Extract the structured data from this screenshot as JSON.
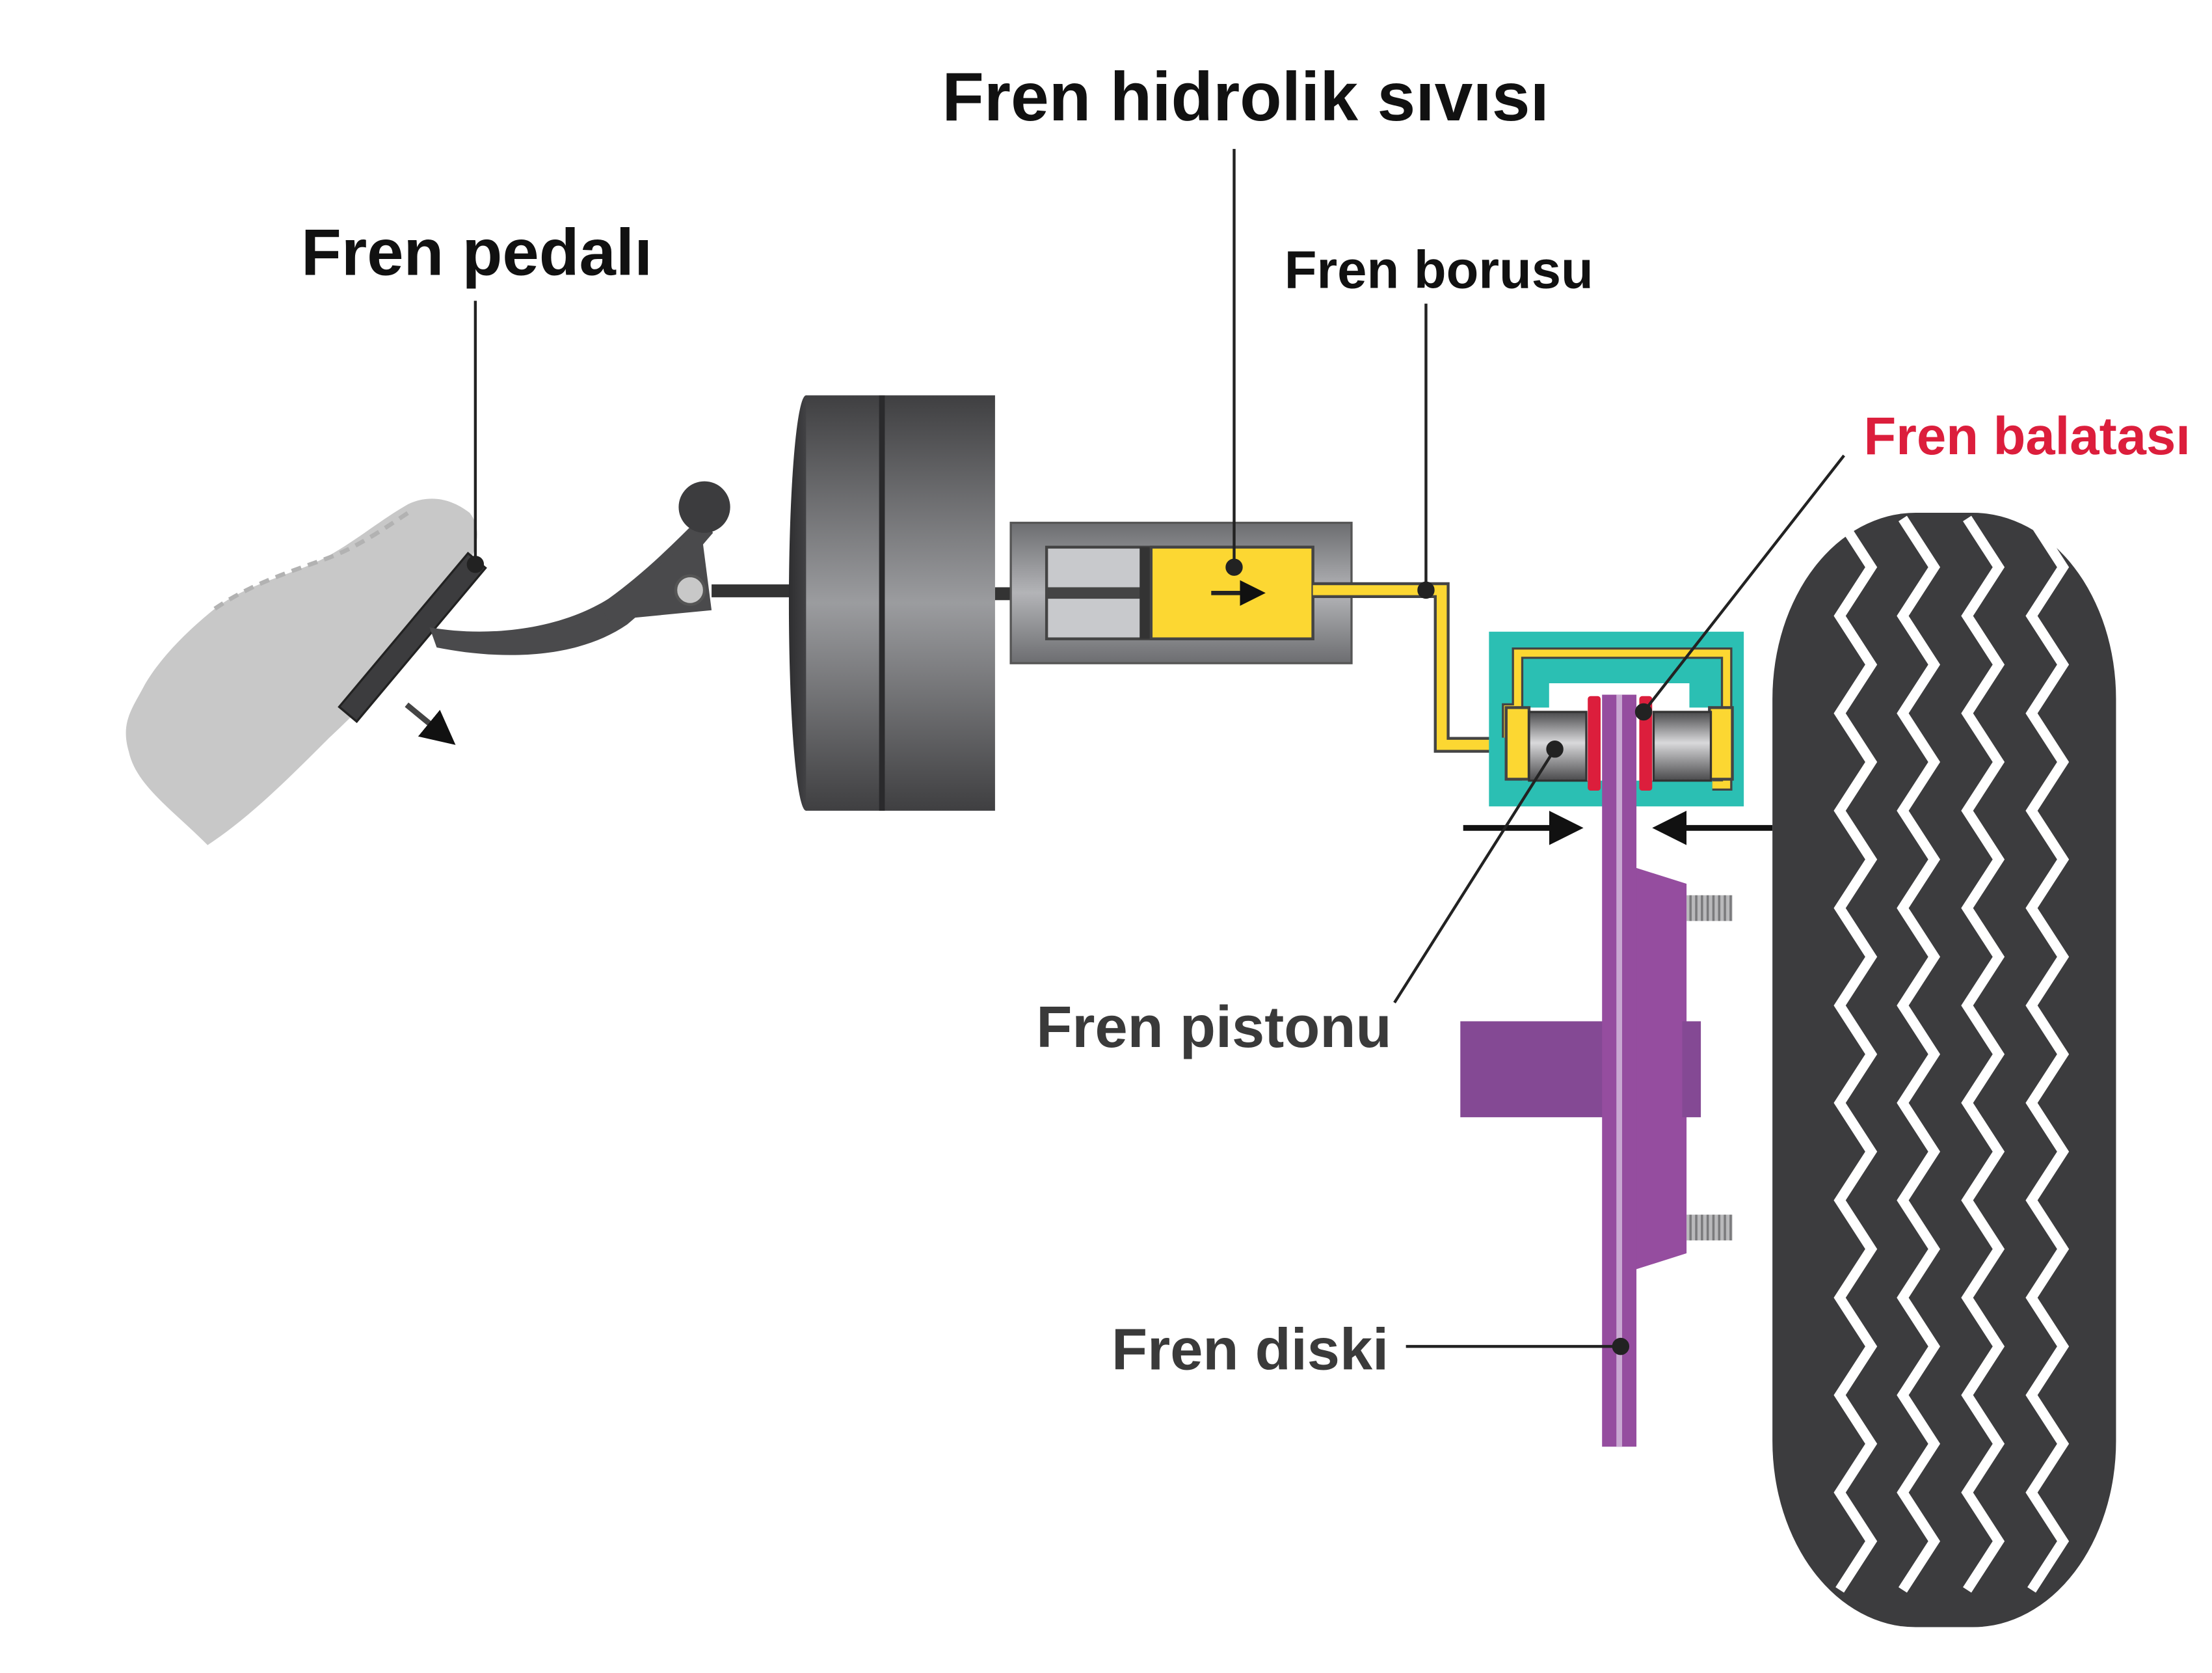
{
  "labels": {
    "brake_fluid": "Fren hidrolik sıvısı",
    "brake_pedal": "Fren pedalı",
    "brake_pipe": "Fren borusu",
    "brake_pad": "Fren balatası",
    "brake_piston": "Fren pistonu",
    "brake_disc": "Fren diski"
  },
  "colors": {
    "label_default": "#111111",
    "label_gray": "#3a3a3a",
    "label_highlight": "#dc1e3c",
    "fluid": "#fcd732",
    "caliper": "#2bbfb3",
    "disc": "#954d9f",
    "pad": "#dc1e3c",
    "tire": "#3c3c3e",
    "shoe": "#c8c8c8"
  }
}
